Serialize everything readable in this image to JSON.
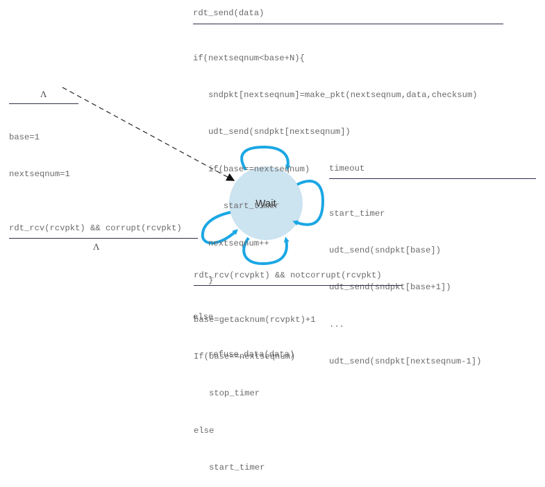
{
  "diagram": {
    "title": "GBN sender extended FSM",
    "state": {
      "label": "Wait",
      "fill": "#cce3f0"
    },
    "loop_color": "#1ba7e4",
    "initial": {
      "event": "Λ",
      "actions": [
        "base=1",
        "nextseqnum=1"
      ]
    },
    "send": {
      "event": "rdt_send(data)",
      "actions": [
        "if(nextseqnum<base+N){",
        "   sndpkt[nextseqnum]=make_pkt(nextseqnum,data,checksum)",
        "   udt_send(sndpkt[nextseqnum])",
        "   if(base==nextseqnum)",
        "      start_timer",
        "   nextseqnum++",
        "   }",
        "else",
        "   refuse_data(data)"
      ]
    },
    "timeout": {
      "event": "timeout",
      "actions": [
        "start_timer",
        "udt_send(sndpkt[base])",
        "udt_send(sndpkt[base+1])",
        "...",
        "udt_send(sndpkt[nextseqnum-1])"
      ]
    },
    "corrupt": {
      "event": "rdt_rcv(rcvpkt) && corrupt(rcvpkt)",
      "action": "Λ"
    },
    "notcorrupt": {
      "event": "rdt_rcv(rcvpkt) && notcorrupt(rcvpkt)",
      "actions": [
        "base=getacknum(rcvpkt)+1",
        "If(base==nextseqnum)",
        "   stop_timer",
        "else",
        "   start_timer"
      ]
    }
  }
}
